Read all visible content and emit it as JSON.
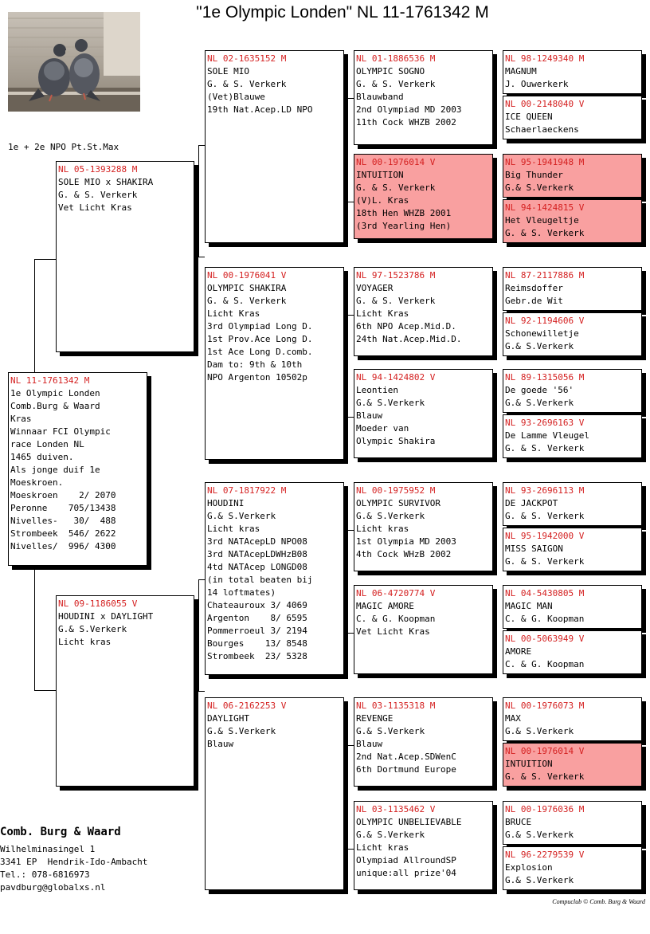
{
  "title": "\"1e Olympic Londen\"  NL  11-1761342 M",
  "note": "1e + 2e NPO Pt.St.Max",
  "subject": {
    "ring": "NL  11-1761342 M",
    "lines": [
      "1e Olympic Londen",
      "Comb.Burg & Waard",
      "Kras",
      "Winnaar FCI Olympic",
      "race Londen NL",
      "1465 duiven.",
      "Als jonge duif 1e",
      "Moeskroen.",
      "Moeskroen    2/ 2070",
      "Peronne    705/13438",
      "Nivelles-   30/  488",
      "Strombeek  546/ 2622",
      "Nivelles/  996/ 4300"
    ]
  },
  "sire": {
    "ring": "NL  05-1393288 M",
    "lines": [
      "SOLE MIO x SHAKIRA",
      "G. & S. Verkerk",
      "Vet Licht Kras"
    ]
  },
  "dam": {
    "ring": "NL  09-1186055 V",
    "lines": [
      "HOUDINI x DAYLIGHT",
      "G.& S.Verkerk",
      "Licht kras"
    ]
  },
  "gen3": [
    {
      "ring": "NL  02-1635152 M",
      "lines": [
        "SOLE MIO",
        "G. & S. Verkerk",
        "(Vet)Blauwe",
        "19th Nat.Acep.LD NPO"
      ]
    },
    {
      "ring": "NL  00-1976041 V",
      "lines": [
        "OLYMPIC SHAKIRA",
        "G. & S. Verkerk",
        "Licht Kras",
        "3rd Olympiad Long D.",
        "1st Prov.Ace Long D.",
        "1st Ace Long D.comb.",
        "Dam to: 9th & 10th",
        "NPO Argenton 10502p"
      ]
    },
    {
      "ring": "NL  07-1817922 M",
      "lines": [
        "HOUDINI",
        "G.& S.Verkerk",
        "Licht kras",
        "3rd NATAcepLD NPO08",
        "3rd NATAcepLDWHzB08",
        "4td NATAcep LONGD08",
        "(in total beaten bij",
        "14 loftmates)",
        "Chateauroux 3/ 4069",
        "Argenton    8/ 6595",
        "Pommerroeul 3/ 2194",
        "Bourges    13/ 8548",
        "Strombeek  23/ 5328"
      ]
    },
    {
      "ring": "NL  06-2162253 V",
      "lines": [
        "DAYLIGHT",
        "G.& S.Verkerk",
        "Blauw"
      ]
    }
  ],
  "gen4": [
    {
      "ring": "NL  01-1886536 M",
      "lines": [
        "OLYMPIC SOGNO",
        "G. & S. Verkerk",
        "Blauwband",
        "2nd Olympiad MD 2003",
        "11th Cock WHZB 2002"
      ],
      "highlight": false
    },
    {
      "ring": "NL  00-1976014 V",
      "lines": [
        "INTUITION",
        "G. & S. Verkerk",
        "(V)L. Kras",
        "18th Hen WHZB 2001",
        "(3rd Yearling Hen)"
      ],
      "highlight": true
    },
    {
      "ring": "NL  97-1523786 M",
      "lines": [
        "VOYAGER",
        "G. & S. Verkerk",
        "Licht Kras",
        "6th NPO Acep.Mid.D.",
        "24th Nat.Acep.Mid.D."
      ],
      "highlight": false
    },
    {
      "ring": "NL  94-1424802 V",
      "lines": [
        "Leontien",
        "G.& S.Verkerk",
        "Blauw",
        "Moeder van",
        "Olympic Shakira"
      ],
      "highlight": false
    },
    {
      "ring": "NL  00-1975952 M",
      "lines": [
        "OLYMPIC SURVIVOR",
        "G.& S.Verkerk",
        "Licht kras",
        "1st Olympia MD 2003",
        "4th Cock WHzB 2002"
      ],
      "highlight": false
    },
    {
      "ring": "NL  06-4720774 V",
      "lines": [
        "MAGIC AMORE",
        "C. & G. Koopman",
        "Vet Licht Kras"
      ],
      "highlight": false
    },
    {
      "ring": "NL  03-1135318 M",
      "lines": [
        "REVENGE",
        "G.& S.Verkerk",
        "Blauw",
        "2nd Nat.Acep.SDWenC",
        "6th Dortmund Europe"
      ],
      "highlight": false
    },
    {
      "ring": "NL  03-1135462 V",
      "lines": [
        "OLYMPIC UNBELIEVABLE",
        "G.& S.Verkerk",
        "Licht kras",
        "Olympiad AllroundSP",
        "unique:all prize'04"
      ],
      "highlight": false
    }
  ],
  "gen5": [
    {
      "ring": "NL  98-1249340 M",
      "lines": [
        "MAGNUM",
        "J. Ouwerkerk"
      ],
      "highlight": false
    },
    {
      "ring": "NL  00-2148040 V",
      "lines": [
        "ICE QUEEN",
        "Schaerlaeckens"
      ],
      "highlight": false
    },
    {
      "ring": "NL  95-1941948 M",
      "lines": [
        "Big Thunder",
        "G.& S.Verkerk"
      ],
      "highlight": true
    },
    {
      "ring": "NL  94-1424815 V",
      "lines": [
        "Het Vleugeltje",
        "G. & S. Verkerk"
      ],
      "highlight": true
    },
    {
      "ring": "NL  87-2117886 M",
      "lines": [
        "Reimsdoffer",
        "Gebr.de Wit"
      ],
      "highlight": false
    },
    {
      "ring": "NL  92-1194606 V",
      "lines": [
        "Schonewilletje",
        "G.& S.Verkerk"
      ],
      "highlight": false
    },
    {
      "ring": "NL  89-1315056 M",
      "lines": [
        "De goede '56'",
        "G.& S.Verkerk"
      ],
      "highlight": false
    },
    {
      "ring": "NL  93-2696163 V",
      "lines": [
        "De Lamme Vleugel",
        "G. & S. Verkerk"
      ],
      "highlight": false
    },
    {
      "ring": "NL  93-2696113 M",
      "lines": [
        "DE JACKPOT",
        "G. & S. Verkerk"
      ],
      "highlight": false
    },
    {
      "ring": "NL  95-1942000 V",
      "lines": [
        "MISS SAIGON",
        "G. & S. Verkerk"
      ],
      "highlight": false
    },
    {
      "ring": "NL  04-5430805 M",
      "lines": [
        "MAGIC MAN",
        "C. & G. Koopman"
      ],
      "highlight": false
    },
    {
      "ring": "NL  00-5063949 V",
      "lines": [
        "AMORE",
        "C. & G. Koopman"
      ],
      "highlight": false
    },
    {
      "ring": "NL  00-1976073 M",
      "lines": [
        "MAX",
        "G.& S.Verkerk"
      ],
      "highlight": false
    },
    {
      "ring": "NL  00-1976014 V",
      "lines": [
        "INTUITION",
        "G. & S. Verkerk"
      ],
      "highlight": true
    },
    {
      "ring": "NL  00-1976036 M",
      "lines": [
        "BRUCE",
        "G.& S.Verkerk"
      ],
      "highlight": false
    },
    {
      "ring": "NL  96-2279539 V",
      "lines": [
        "Explosion",
        "G.& S.Verkerk"
      ],
      "highlight": false
    }
  ],
  "footer": {
    "name": "Comb. Burg & Waard",
    "address": [
      "Wilhelminasingel 1",
      "3341 EP  Hendrik-Ido-Ambacht",
      "Tel.: 078-6816973",
      "pavdburg@globalxs.nl"
    ],
    "copyright": "Compuclub © Comb. Burg & Waard"
  },
  "colors": {
    "ring_text": "#d42020",
    "highlight_bg": "#f9a0a0"
  }
}
